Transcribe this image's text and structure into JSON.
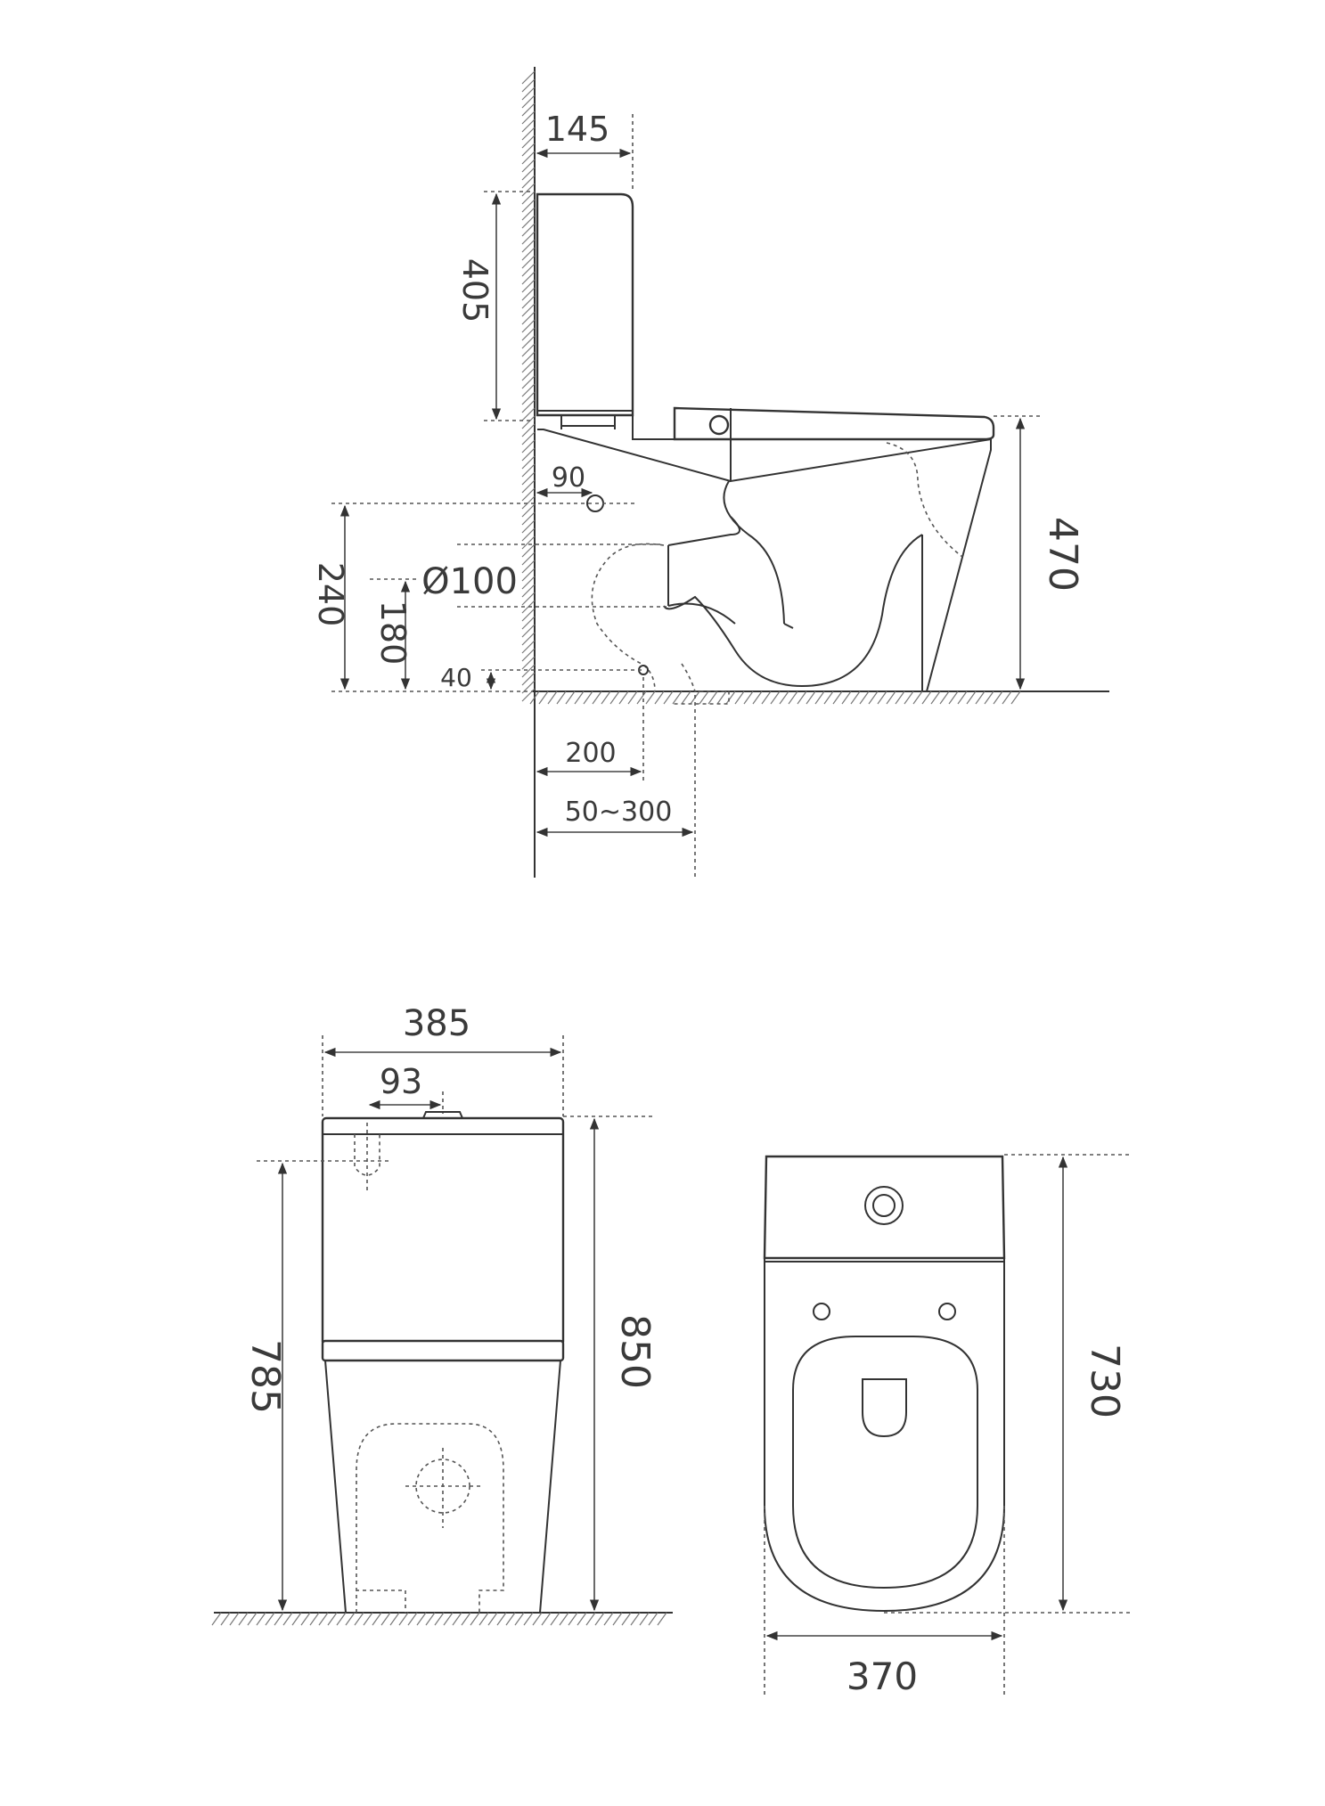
{
  "side_view": {
    "dims": {
      "tank_depth": "145",
      "tank_height": "405",
      "pipe_offset": "90",
      "inlet_height": "240",
      "outlet_diameter": "Ø100",
      "outlet_height": "180",
      "floor_clearance": "40",
      "floor_outlet_distance": "200",
      "floor_outlet_range": "50~300",
      "seat_height": "470"
    }
  },
  "front_view": {
    "dims": {
      "width": "385",
      "button_offset": "93",
      "inlet_height": "785",
      "total_height": "850"
    }
  },
  "top_view": {
    "dims": {
      "width": "370",
      "length": "730"
    }
  }
}
